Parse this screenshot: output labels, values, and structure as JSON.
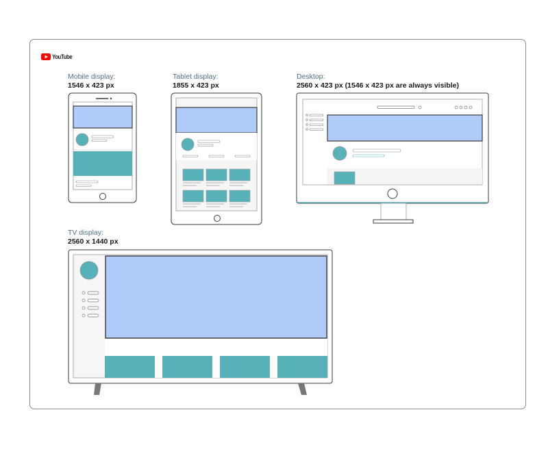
{
  "brand": {
    "name": "YouTube",
    "logo_color": "#ff0000"
  },
  "colors": {
    "banner": "#aecbfa",
    "teal": "#56b1b9",
    "outline": "#3a3a3a",
    "panel": "#f6f6f6"
  },
  "devices": {
    "mobile": {
      "label": "Mobile display:",
      "size": "1546 x 423 px"
    },
    "tablet": {
      "label": "Tablet display:",
      "size": "1855 x 423 px"
    },
    "desktop": {
      "label": "Desktop:",
      "size": "2560 x 423 px (1546 x 423 px are always visible)"
    },
    "tv": {
      "label": "TV display:",
      "size": "2560 x 1440 px"
    }
  }
}
